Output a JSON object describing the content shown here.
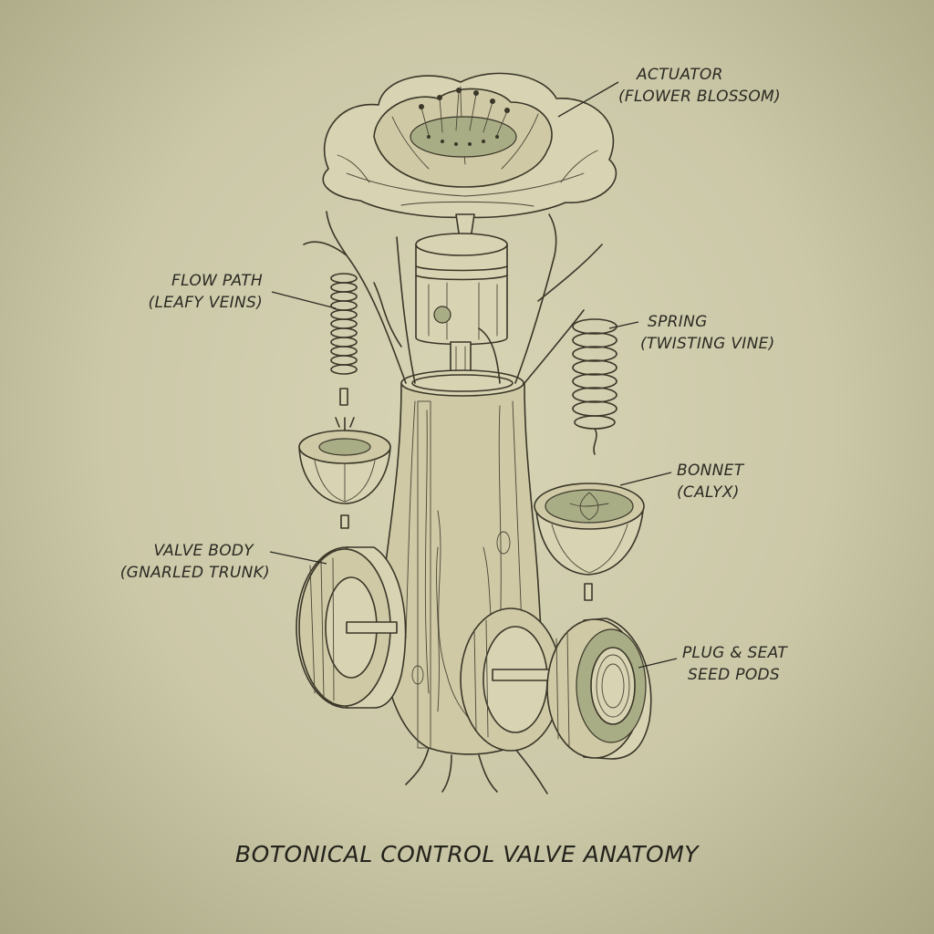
{
  "title": "BOTONICAL CONTROL VALVE ANATOMY",
  "labels": {
    "actuator": {
      "line1": "ACTUATOR",
      "line2": "(FLOWER BLOSSOM)"
    },
    "flow_path": {
      "line1": "FLOW PATH",
      "line2": "(LEAFY VEINS)"
    },
    "spring": {
      "line1": "SPRING",
      "line2": "(TWISTING VINE)"
    },
    "bonnet": {
      "line1": "BONNET",
      "line2": "(CALYX)"
    },
    "valve_body": {
      "line1": "VALVE BODY",
      "line2": "(GNARLED TRUNK)"
    },
    "plug_seat": {
      "line1": "PLUG & SEAT",
      "line2": "SEED PODS"
    }
  },
  "colors": {
    "paper": "#cbc8a8",
    "ink": "#3a3628",
    "text": "#2b2a22"
  }
}
